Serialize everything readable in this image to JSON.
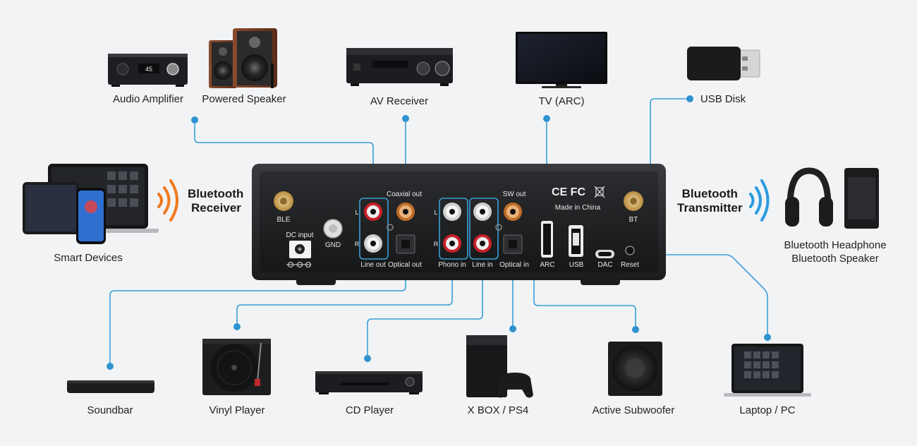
{
  "devices": {
    "audio_amplifier": "Audio Amplifier",
    "amp_display": "45",
    "powered_speaker": "Powered Speaker",
    "av_receiver": "AV Receiver",
    "tv": "TV (ARC)",
    "usb_disk": "USB Disk",
    "smart_devices": "Smart Devices",
    "bt_headphone": "Bluetooth Headphone",
    "bt_speaker": "Bluetooth Speaker",
    "soundbar": "Soundbar",
    "vinyl_player": "Vinyl Player",
    "cd_player": "CD Player",
    "xbox_ps4": "X BOX / PS4",
    "active_subwoofer": "Active Subwoofer",
    "laptop_pc": "Laptop / PC"
  },
  "bluetooth": {
    "receiver_line1": "Bluetooth",
    "receiver_line2": "Receiver",
    "transmitter_line1": "Bluetooth",
    "transmitter_line2": "Transmitter"
  },
  "panel": {
    "ble": "BLE",
    "bt": "BT",
    "dc_input": "DC input",
    "gnd": "GND",
    "coaxial_out": "Coaxial out",
    "sw_out": "SW out",
    "line_out": "Line out",
    "optical_out": "Optical out",
    "phono_in": "Phono in",
    "line_in": "Line in",
    "optical_in": "Optical in",
    "arc": "ARC",
    "usb": "USB",
    "dac": "DAC",
    "reset": "Reset",
    "made_in": "Made in China",
    "cert": "CE FC",
    "ch_l": "L",
    "ch_r": "R"
  },
  "colors": {
    "connector": "#3a9fd6",
    "wave": "#f07a1e",
    "wave_tx": "#2a9ae0",
    "panel": "#1f2022"
  }
}
